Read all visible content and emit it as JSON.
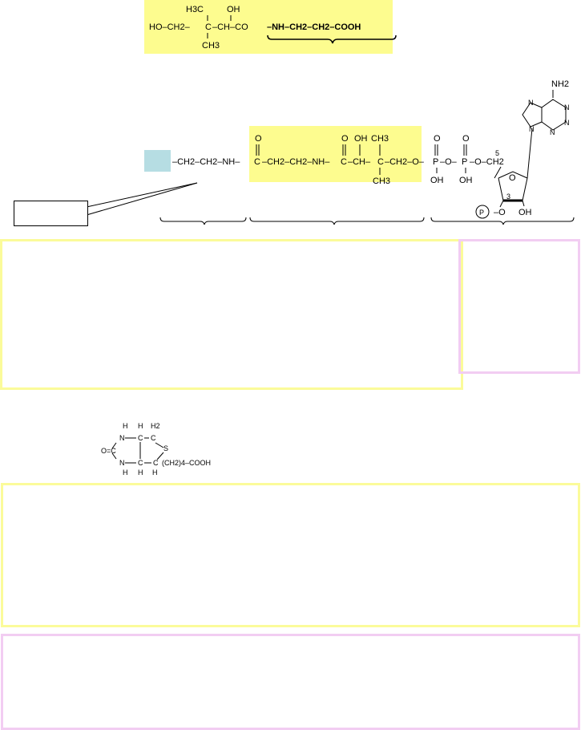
{
  "pantothenic_acid": {
    "row1": [
      "H3C",
      "OH"
    ],
    "row2": [
      "HO–CH2–",
      "C",
      "–CH–CO",
      "–NH–CH2–CH2–COOH"
    ],
    "row3": "CH3",
    "highlight_color": "#fdfc8f"
  },
  "coenzyme_a": {
    "atoms": {
      "chain_left": "–CH2–CH2–NH–",
      "amide1_c": "C",
      "carbonyl_o": "O",
      "mid": "–CH2–CH2–NH–",
      "amide2_c": "C",
      "oh": "OH",
      "ch": "–CH–",
      "quat_c": "C",
      "ch3_top": "CH3",
      "ch3_bottom": "CH3",
      "ch2o": "–CH2–O–",
      "p1": "P",
      "p2": "P",
      "bridge_o": "–O–",
      "o_after": "–O–CH2",
      "p_oh1": "OH",
      "p_oh2": "OH",
      "p_o1": "O",
      "p_o2": "O",
      "pos5": "5",
      "pos3": "3",
      "ring_o": "O",
      "sugar_oh": "OH",
      "phosphate_circle": "P",
      "phosphate_o": "–O",
      "adenine_nh2": "NH2",
      "adenine_n": [
        "N",
        "N",
        "N",
        "N",
        "N"
      ]
    },
    "blue_box_color": "#b6dde3",
    "highlight_color": "#fdfc8f"
  },
  "callout": {
    "text": ""
  },
  "biotin": {
    "atoms": [
      "H",
      "H",
      "H2",
      "N",
      "C",
      "C",
      "O=C",
      "S",
      "N",
      "C",
      "C",
      "H",
      "H",
      "H",
      "(CH2)4–COOH"
    ]
  },
  "placeholders": {
    "box_yellow_1": "",
    "box_pink_1": "",
    "box_yellow_2": "",
    "box_pink_2": ""
  },
  "colors": {
    "yellow_border": "#fbfb9a",
    "pink_border": "#f2cdf2"
  }
}
